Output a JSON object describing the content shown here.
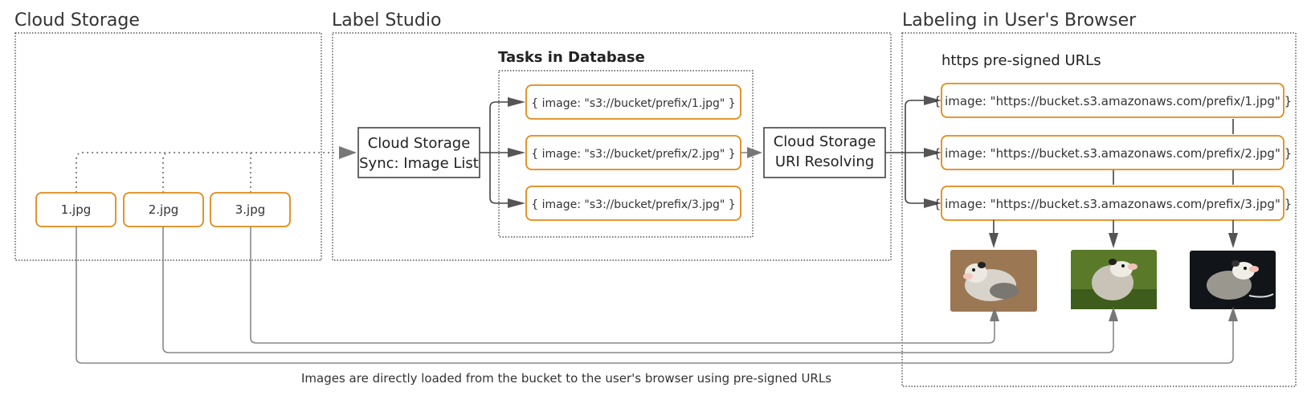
{
  "sections": {
    "cloud_storage": "Cloud Storage",
    "label_studio": "Label Studio",
    "labeling_browser": "Labeling in User's Browser"
  },
  "files": [
    "1.jpg",
    "2.jpg",
    "3.jpg"
  ],
  "sync_box": {
    "line1": "Cloud Storage",
    "line2": "Sync: Image List"
  },
  "tasks_title": "Tasks in Database",
  "tasks": [
    "{ image: \"s3://bucket/prefix/1.jpg\" }",
    "{ image: \"s3://bucket/prefix/2.jpg\" }",
    "{ image: \"s3://bucket/prefix/3.jpg\" }"
  ],
  "resolve_box": {
    "line1": "Cloud Storage",
    "line2": "URI Resolving"
  },
  "presigned_title": "https pre-signed URLs",
  "presigned": [
    "{ image: \"https://bucket.s3.amazonaws.com/prefix/1.jpg\" }",
    "{ image: \"https://bucket.s3.amazonaws.com/prefix/2.jpg\" }",
    "{ image: \"https://bucket.s3.amazonaws.com/prefix/3.jpg\" }"
  ],
  "images": [
    {
      "icon": "opossum-photo-1",
      "bg": "#8a6a4a"
    },
    {
      "icon": "opossum-photo-2",
      "bg": "#5a7a2a"
    },
    {
      "icon": "opossum-photo-3",
      "bg": "#111418"
    }
  ],
  "caption": "Images are directly loaded from the bucket to the user's browser using pre-signed URLs"
}
